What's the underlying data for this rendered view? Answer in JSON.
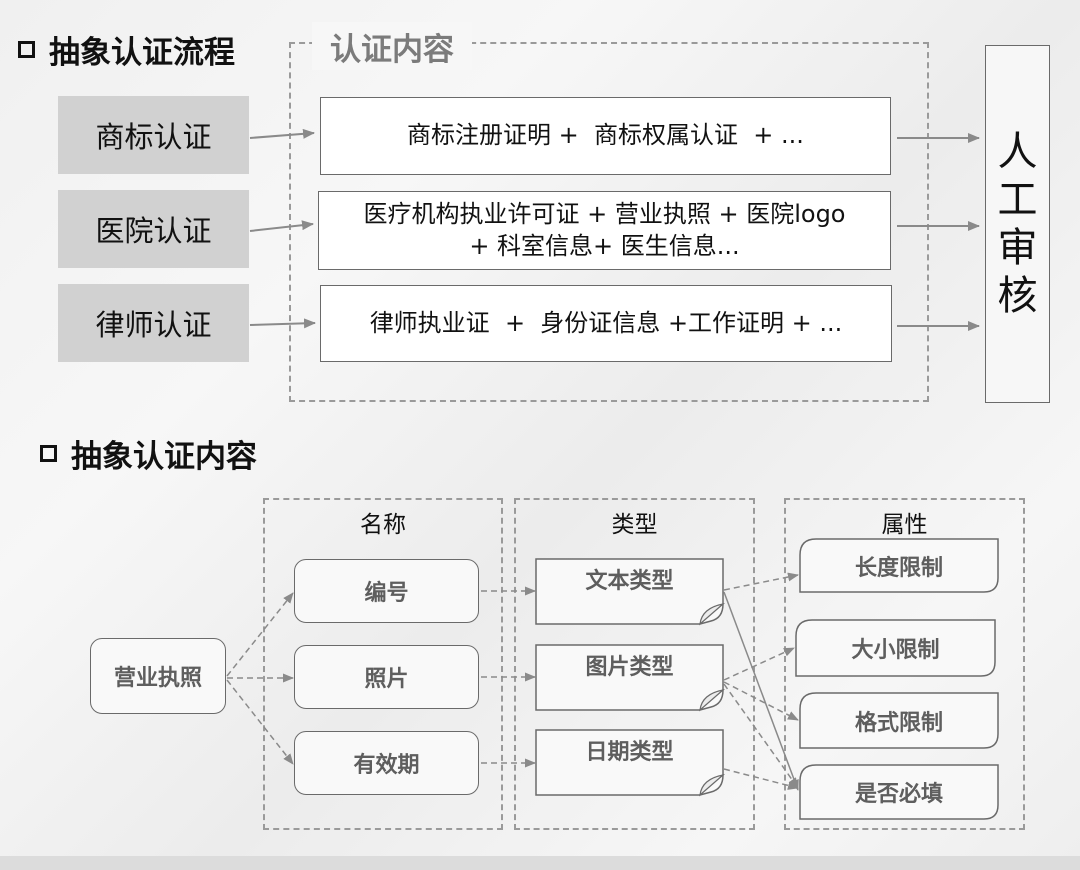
{
  "flow": {
    "title": "抽象认证流程",
    "content_label": "认证内容",
    "items": [
      {
        "label": "商标认证",
        "content": [
          "商标注册证明 +  商标权属认证  + ..."
        ]
      },
      {
        "label": "医院认证",
        "content": [
          "医疗机构执业许可证 + 营业执照 + 医院logo",
          "+ 科室信息+ 医生信息..."
        ]
      },
      {
        "label": "律师认证",
        "content": [
          "律师执业证  +  身份证信息 +工作证明 + ..."
        ]
      }
    ],
    "review": [
      "人",
      "工",
      "审",
      "核"
    ]
  },
  "abstract": {
    "title": "抽象认证内容",
    "source": "营业执照",
    "columns": {
      "name": "名称",
      "type": "类型",
      "attr": "属性"
    },
    "names": [
      "编号",
      "照片",
      "有效期"
    ],
    "types": [
      "文本类型",
      "图片类型",
      "日期类型"
    ],
    "attrs": [
      "长度限制",
      "大小限制",
      "格式限制",
      "是否必填"
    ]
  },
  "colors": {
    "gray_box": "#d1d1d1",
    "line": "#6a6a6a",
    "dashed": "#9a9a9a",
    "arrow": "#8a8a8a",
    "label_text": "#7b7b7b",
    "muted_text": "#5e5e5e"
  }
}
